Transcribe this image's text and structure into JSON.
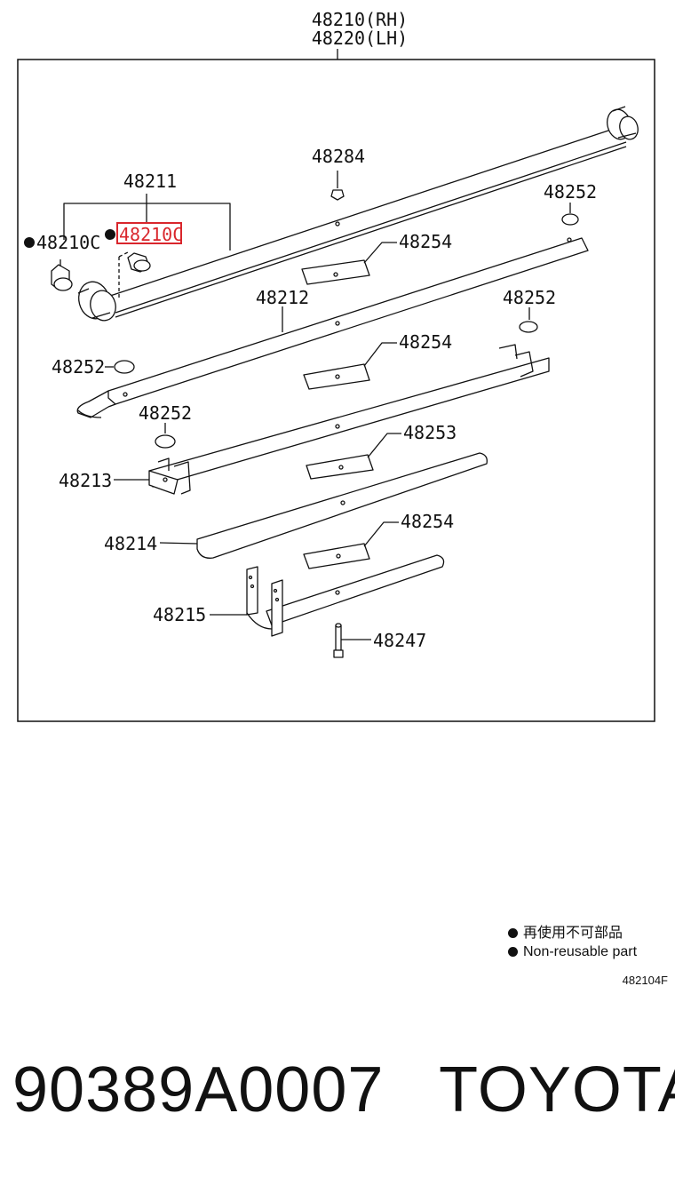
{
  "header": {
    "label_rh": "48210(RH)",
    "label_lh": "48220(LH)"
  },
  "labels": {
    "p48284": "48284",
    "p48211": "48211",
    "p48210c_left": "48210C",
    "p48210c_highlight": "48210C",
    "p48252_a": "48252",
    "p48254_a": "48254",
    "p48212": "48212",
    "p48252_b": "48252",
    "p48254_b": "48254",
    "p48252_c": "48252",
    "p48252_d": "48252",
    "p48253": "48253",
    "p48213": "48213",
    "p48214": "48214",
    "p48254_c": "48254",
    "p48215": "48215",
    "p48247": "48247"
  },
  "legend": {
    "line1": "再使用不可部品",
    "line2": "Non-reusable part"
  },
  "figure_code": "482104F",
  "bottom": {
    "part_number": "90389A0007",
    "brand": "TOYOTA"
  },
  "colors": {
    "highlight": "#d9262c",
    "ink": "#111111"
  },
  "icons": {
    "non_reusable": "filled-circle-icon"
  }
}
